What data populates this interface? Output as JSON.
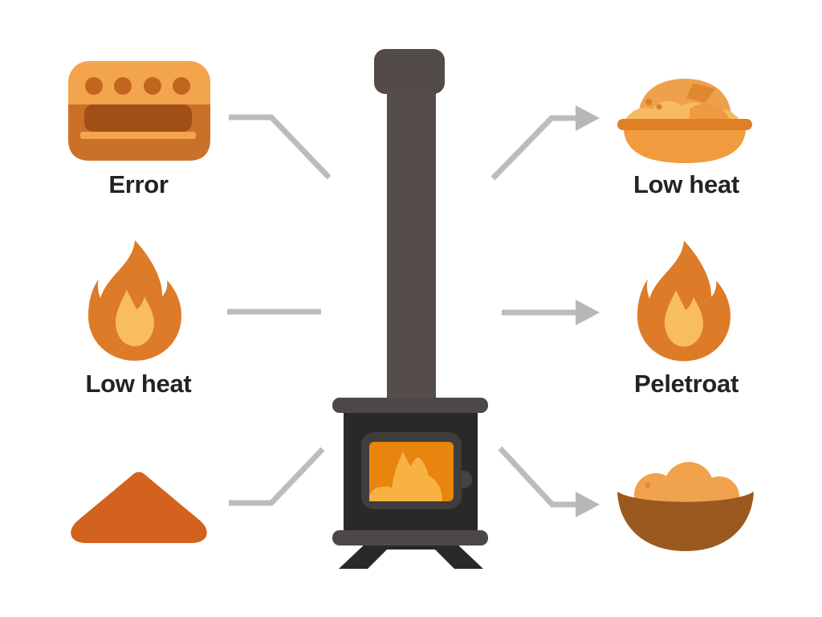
{
  "diagram": {
    "description": "Pellet stove infographic with icons and connector arrows",
    "left_items": [
      {
        "icon": "toaster-oven-icon",
        "label": "Error"
      },
      {
        "icon": "flame-icon",
        "label": "Low heat"
      },
      {
        "icon": "pellet-pile-icon",
        "label": ""
      }
    ],
    "right_items": [
      {
        "icon": "dough-bowl-icon",
        "label": "Low heat"
      },
      {
        "icon": "flame-icon",
        "label": "Peletroat"
      },
      {
        "icon": "pellet-bowl-icon",
        "label": ""
      }
    ],
    "center_item": {
      "icon": "pellet-stove-icon"
    },
    "colors": {
      "background": "#ffffff",
      "text": "#232323",
      "connector_gray": "#bcbcbc",
      "orange_light": "#f3a54d",
      "orange_mid": "#cb7028",
      "orange_deep": "#d2621e",
      "flame_outer": "#dd7b28",
      "flame_inner": "#f7bd5f",
      "window_fire_bg": "#e8850f",
      "window_fire_flame": "#f9b143",
      "stove_body": "#2b2828",
      "stove_trim": "#4c4848",
      "chimney": "#554d4a",
      "bowl_brown": "#9a591e"
    }
  }
}
